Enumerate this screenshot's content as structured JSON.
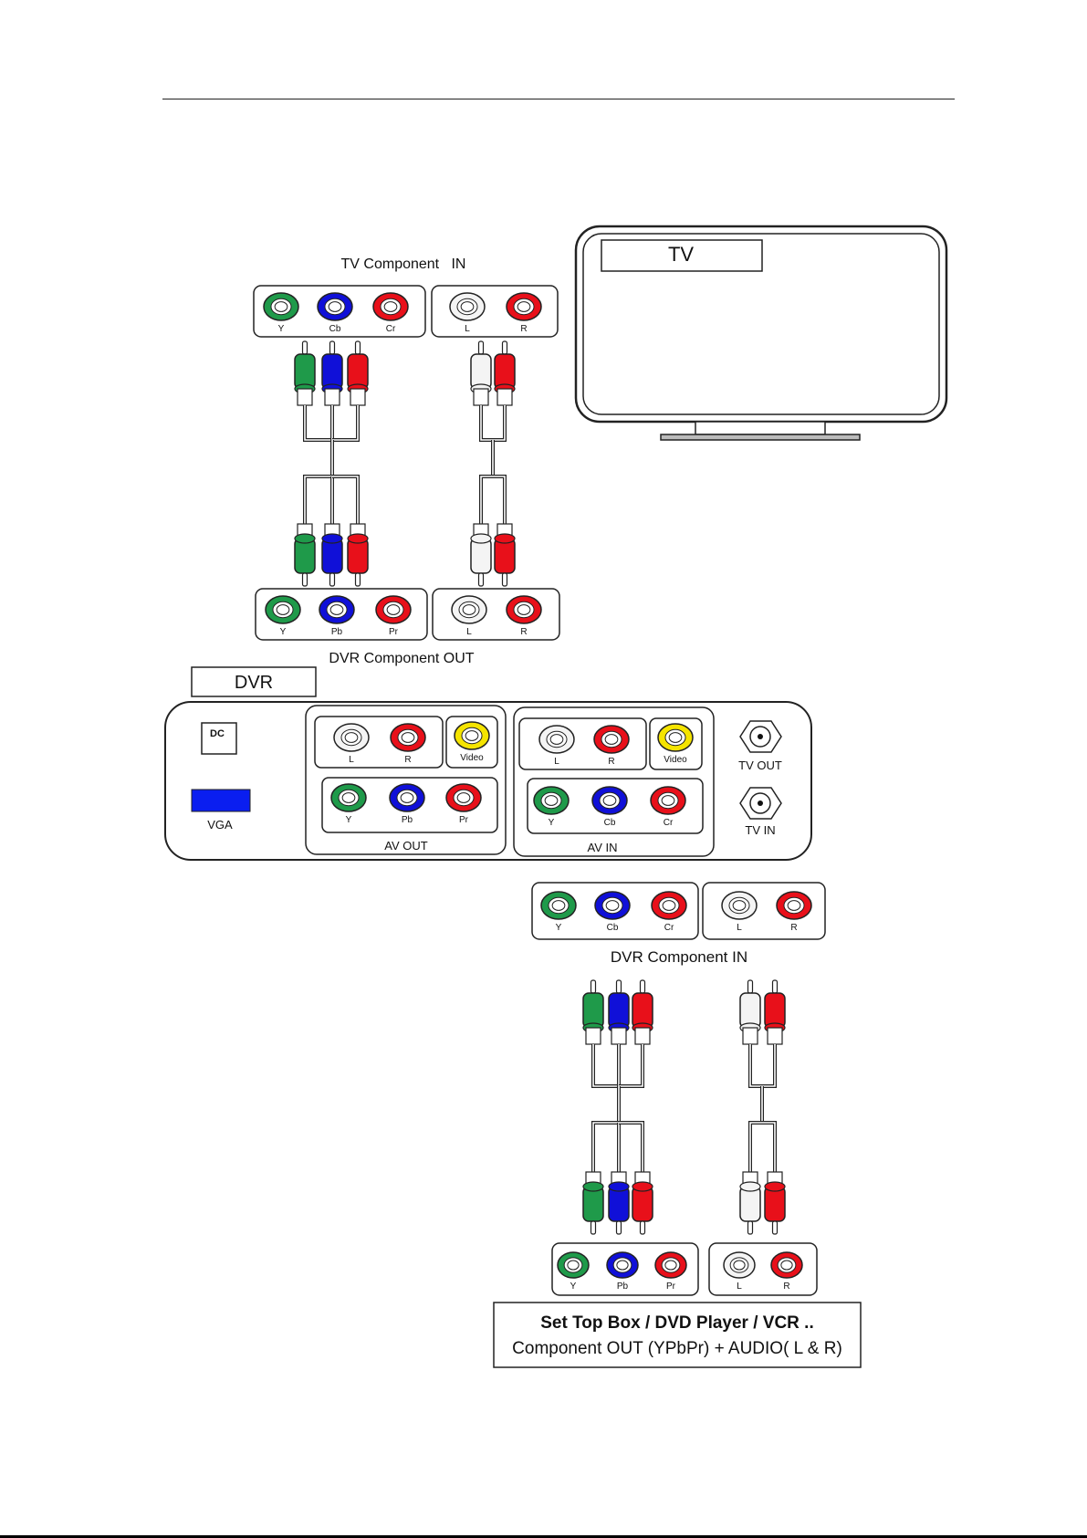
{
  "labels": {
    "tv_component_in": "TV Component   IN",
    "dvr_component_out": "DVR Component OUT",
    "dvr_component_in": "DVR Component IN",
    "tv": "TV",
    "dvr": "DVR",
    "dc": "DC",
    "vga": "VGA",
    "av_out": "AV OUT",
    "av_in": "AV IN",
    "tv_out": "TV OUT",
    "tv_in": "TV IN",
    "video": "Video",
    "source_title": "Set Top Box / DVD Player / VCR ..",
    "source_subtitle": "Component OUT (YPbPr) + AUDIO( L & R)"
  },
  "jack_labels": {
    "y": "Y",
    "cb": "Cb",
    "cr": "Cr",
    "pb": "Pb",
    "pr": "Pr",
    "l": "L",
    "r": "R"
  },
  "colors": {
    "green": "#1f9a4a",
    "blue": "#1010d8",
    "red": "#e8101a",
    "white": "#f4f4f4",
    "yellow": "#f5e400",
    "vga": "#0a1ef0"
  }
}
